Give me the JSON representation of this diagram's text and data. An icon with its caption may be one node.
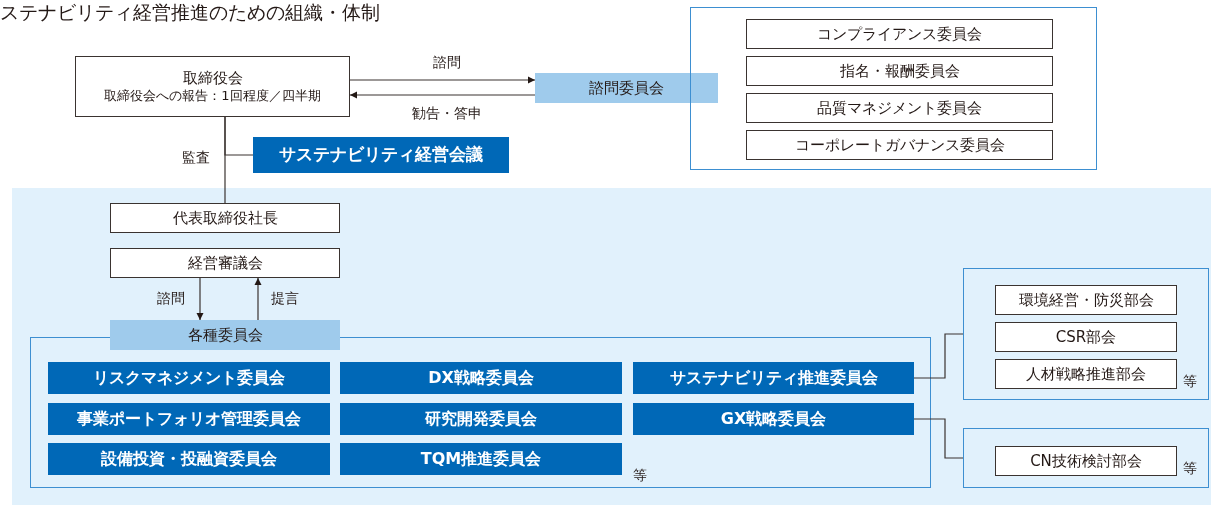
{
  "diagram": {
    "title": "ステナビリティ経営推進のための組織・体制",
    "nodes": [
      {
        "text": [
          "取締役会",
          "取締役会への報告：1回程度／四半期"
        ]
      },
      {
        "text": [
          "諮問委員会"
        ]
      },
      {
        "text": [],
        "shape": "box"
      },
      {
        "text": [
          "コンプライアンス委員会"
        ],
        "in": 2
      },
      {
        "text": [
          "指名・報酬委員会"
        ],
        "in": 2
      },
      {
        "text": [
          "品質マネジメント委員会"
        ],
        "in": 2
      },
      {
        "text": [
          "コーポレートガバナンス委員会"
        ],
        "in": 2
      },
      {
        "text": [
          "サステナビリティ経営会議"
        ]
      },
      {
        "text": [],
        "shape": "box"
      },
      {
        "text": [
          "代表取締役社長"
        ],
        "in": 8
      },
      {
        "text": [
          "経営審議会"
        ],
        "in": 8
      },
      {
        "text": [
          "各種委員会"
        ],
        "in": 8
      },
      {
        "text": [
          "リスクマネジメント委員会"
        ],
        "in": 11
      },
      {
        "text": [
          "DX戦略委員会"
        ],
        "in": 11
      },
      {
        "text": [
          "サステナビリティ推進委員会"
        ],
        "in": 11
      },
      {
        "text": [
          "事業ポートフォリオ管理委員会"
        ],
        "in": 11
      },
      {
        "text": [
          "研究開発委員会"
        ],
        "in": 11
      },
      {
        "text": [
          "GX戦略委員会"
        ],
        "in": 11
      },
      {
        "text": [
          "設備投資・投融資委員会"
        ],
        "in": 11
      },
      {
        "text": [
          "TQM推進委員会"
        ],
        "in": 11,
        "beside": [
          "等"
        ]
      },
      {
        "text": [],
        "shape": "box",
        "in": 8
      },
      {
        "text": [
          "環境経営・防災部会"
        ],
        "in": 20
      },
      {
        "text": [
          "CSR部会"
        ],
        "in": 20
      },
      {
        "text": [
          "人材戦略推進部会"
        ],
        "in": 20,
        "beside": [
          "等"
        ]
      },
      {
        "text": [],
        "shape": "box",
        "in": 8
      },
      {
        "text": [
          "CN技術検討部会"
        ],
        "in": 24,
        "beside": [
          "等"
        ]
      }
    ],
    "edges": [
      {
        "from": 0,
        "to": 1,
        "arrow": "to",
        "label": "諮問"
      },
      {
        "from": 1,
        "to": 0,
        "arrow": "to",
        "label": "勧告・答申"
      },
      {
        "from": 0,
        "to": 9,
        "arrow": "none"
      },
      {
        "from": 0,
        "to": 7,
        "arrow": "none",
        "label": "監査"
      },
      {
        "from": 10,
        "to": 11,
        "arrow": "to",
        "label": "諮問"
      },
      {
        "from": 11,
        "to": 10,
        "arrow": "to",
        "label": "提言"
      },
      {
        "from": 14,
        "to": 20,
        "arrow": "none"
      },
      {
        "from": 17,
        "to": 24,
        "arrow": "none"
      }
    ]
  }
}
